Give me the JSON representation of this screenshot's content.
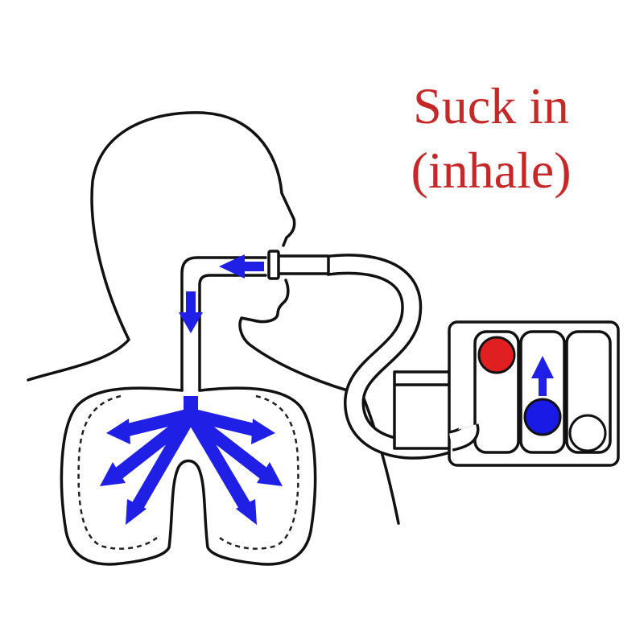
{
  "caption": {
    "line1": "Suck in",
    "line2": "(inhale)"
  },
  "colors": {
    "caption_text": "#c62828",
    "airflow_arrows": "#1f1fe6",
    "ball_red": "#e02020",
    "ball_blue": "#1a1ae6",
    "ball_white": "#ffffff",
    "outline": "#111111"
  },
  "spirometer": {
    "balls": [
      {
        "color": "red",
        "state": "raised to top"
      },
      {
        "color": "blue",
        "state": "rising"
      },
      {
        "color": "white",
        "state": "at rest"
      }
    ]
  }
}
